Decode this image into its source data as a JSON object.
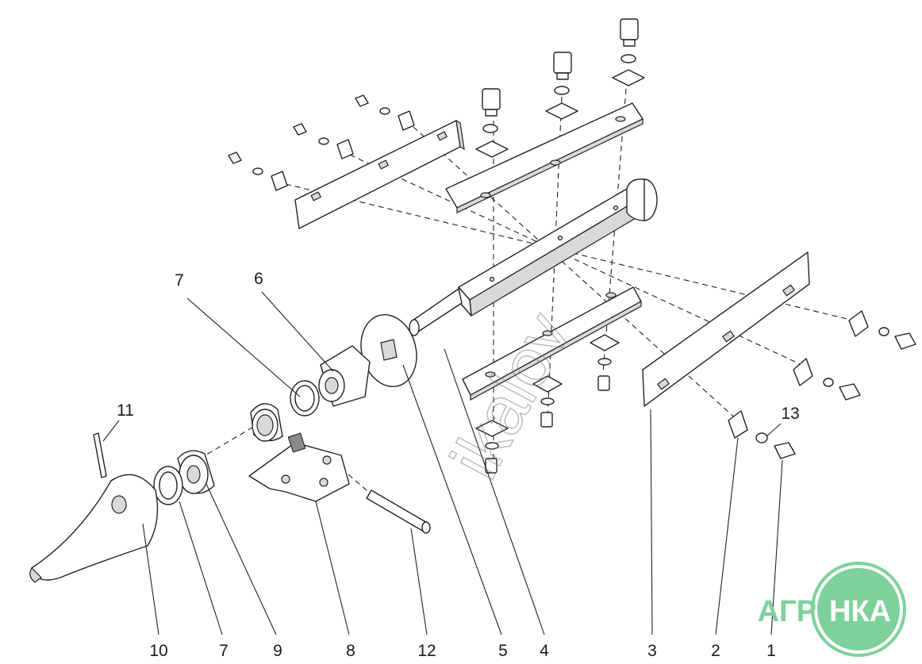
{
  "callouts": [
    {
      "id": "1",
      "label": "1"
    },
    {
      "id": "2",
      "label": "2"
    },
    {
      "id": "3",
      "label": "3"
    },
    {
      "id": "4",
      "label": "4"
    },
    {
      "id": "5",
      "label": "5"
    },
    {
      "id": "6",
      "label": "6"
    },
    {
      "id": "7a",
      "label": "7"
    },
    {
      "id": "7b",
      "label": "7"
    },
    {
      "id": "8",
      "label": "8"
    },
    {
      "id": "9",
      "label": "9"
    },
    {
      "id": "10",
      "label": "10"
    },
    {
      "id": "11",
      "label": "11"
    },
    {
      "id": "12",
      "label": "12"
    },
    {
      "id": "13",
      "label": "13"
    }
  ],
  "watermark": "ikalov",
  "logo": {
    "text_left": "АГРО",
    "text_right": "НКА",
    "color": "#7ed19a",
    "text_color": "#ffffff"
  },
  "colors": {
    "line": "#222222",
    "background": "#ffffff"
  }
}
